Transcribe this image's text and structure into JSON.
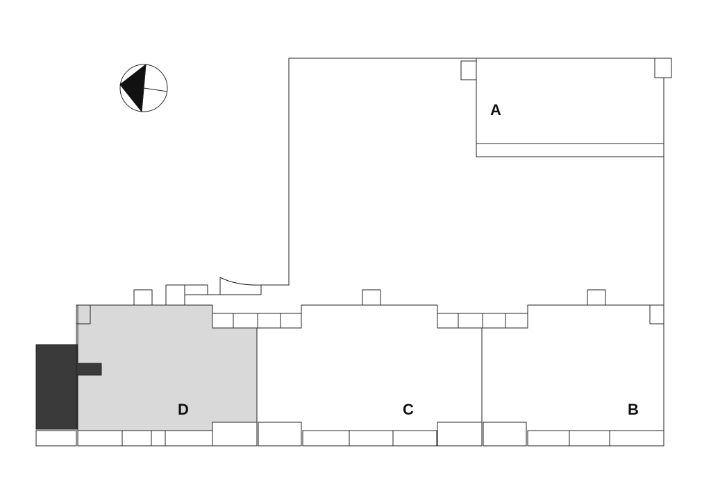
{
  "units": [
    {
      "id": "A",
      "label": "A",
      "highlighted": false
    },
    {
      "id": "B",
      "label": "B",
      "highlighted": false
    },
    {
      "id": "C",
      "label": "C",
      "highlighted": false
    },
    {
      "id": "D",
      "label": "D",
      "highlighted": true
    }
  ],
  "compass": {
    "icon": "north-arrow-compass-icon"
  },
  "colors": {
    "highlight_fill": "#d9d9d9",
    "dark_block_fill": "#3a3a3a",
    "line": "#222222",
    "background": "#ffffff"
  }
}
